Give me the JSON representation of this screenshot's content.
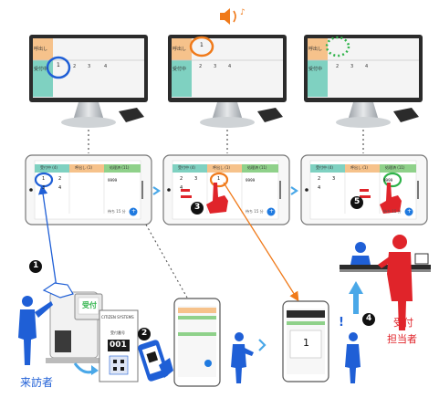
{
  "colors": {
    "blue": "#1f5fd6",
    "orange": "#f07a1a",
    "green": "#2fb34a",
    "red": "#e0242a",
    "tab_orange": "#f6c28b",
    "tab_teal": "#7fd1c1",
    "tab_green": "#8fd18a"
  },
  "monitors": [
    {
      "rows": [
        {
          "label": "呼出し"
        },
        {
          "label": "受付中"
        }
      ],
      "badge": "1",
      "numbers": [
        "2",
        "3",
        "4"
      ]
    },
    {
      "rows": [
        {
          "label": "呼出し"
        },
        {
          "label": "受付中"
        }
      ],
      "badge": "1",
      "numbers": [
        "2",
        "3",
        "4"
      ]
    },
    {
      "rows": [
        {
          "label": "呼出し"
        },
        {
          "label": "受付中"
        }
      ],
      "badge": "",
      "numbers": [
        "2",
        "3",
        "4"
      ]
    }
  ],
  "tablets": [
    {
      "headers": [
        "受付中 (4)",
        "呼出し (1)",
        "処理済 (11)"
      ],
      "col1": [
        "1",
        "2",
        "3",
        "4"
      ],
      "col3": "9999",
      "footer": "待ち 15 分",
      "fab": "+"
    },
    {
      "headers": [
        "受付中 (4)",
        "呼出し (1)",
        "処理済 (11)"
      ],
      "col1": [
        "2",
        "3",
        "4"
      ],
      "col2": "1",
      "col3": "9999",
      "footer": "待ち 15 分",
      "fab": "+"
    },
    {
      "headers": [
        "受付中 (4)",
        "呼出し (1)",
        "処理済 (11)"
      ],
      "col1": [
        "2",
        "3",
        "4"
      ],
      "col3": "9999",
      "footer": "待ち 15 分",
      "fab": "+"
    }
  ],
  "kiosk": {
    "screen_text": "受付"
  },
  "ticket": {
    "header": "CITIZEN SYSTEMS",
    "number": "001",
    "sub": "受付番号"
  },
  "phone_detail": {
    "number": "1"
  },
  "steps": [
    "1",
    "2",
    "3",
    "4",
    "5"
  ],
  "labels": {
    "visitor": "来訪者",
    "staff_line1": "受付",
    "staff_line2": "担当者",
    "exclaim": "!"
  }
}
